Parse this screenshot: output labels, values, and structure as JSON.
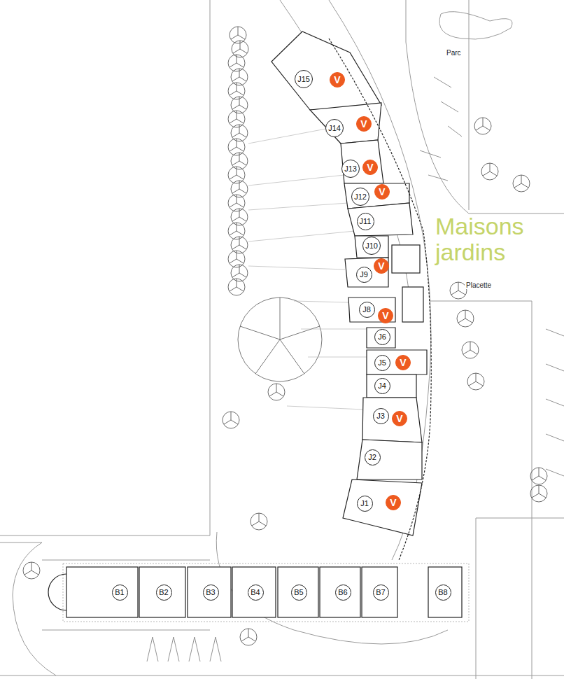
{
  "diagram": {
    "title": "Maisons jardins",
    "nodes": [
      {
        "text": [
          "J15"
        ]
      },
      {
        "text": [
          "V"
        ]
      },
      {
        "text": [
          "J14"
        ]
      },
      {
        "text": [
          "V"
        ]
      },
      {
        "text": [
          "J13"
        ]
      },
      {
        "text": [
          "V"
        ]
      },
      {
        "text": [
          "J12"
        ]
      },
      {
        "text": [
          "V"
        ]
      },
      {
        "text": [
          "J11"
        ]
      },
      {
        "text": [
          "J10"
        ]
      },
      {
        "text": [
          "J9"
        ]
      },
      {
        "text": [
          "V"
        ]
      },
      {
        "text": [
          "J8"
        ]
      },
      {
        "text": [
          "V"
        ]
      },
      {
        "text": [
          "J6"
        ]
      },
      {
        "text": [
          "J5"
        ]
      },
      {
        "text": [
          "V"
        ]
      },
      {
        "text": [
          "J4"
        ]
      },
      {
        "text": [
          "J3"
        ]
      },
      {
        "text": [
          "V"
        ]
      },
      {
        "text": [
          "J2"
        ]
      },
      {
        "text": [
          "J1"
        ]
      },
      {
        "text": [
          "V"
        ]
      },
      {
        "text": [
          "B1"
        ]
      },
      {
        "text": [
          "B2"
        ]
      },
      {
        "text": [
          "B3"
        ]
      },
      {
        "text": [
          "B4"
        ]
      },
      {
        "text": [
          "B5"
        ]
      },
      {
        "text": [
          "B6"
        ]
      },
      {
        "text": [
          "B7"
        ]
      },
      {
        "text": [
          "B8"
        ]
      }
    ],
    "labels": [
      "Parc",
      "Placette"
    ]
  }
}
